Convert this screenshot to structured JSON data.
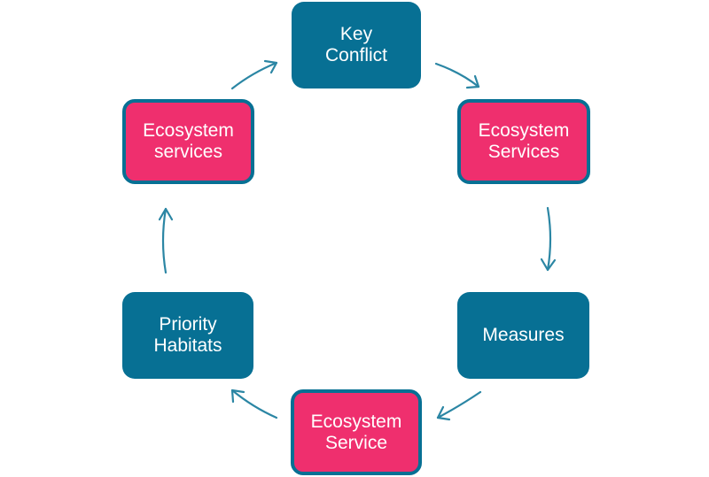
{
  "nodes": {
    "key_conflict": {
      "label": "Key\nConflict",
      "fill": "#077094"
    },
    "es_right": {
      "label": "Ecosystem\nServices",
      "fill": "#ef2f6e"
    },
    "measures": {
      "label": "Measures",
      "fill": "#077094"
    },
    "es_bottom": {
      "label": "Ecosystem\nService",
      "fill": "#ef2f6e"
    },
    "priority_habitats": {
      "label": "Priority\nHabitats",
      "fill": "#077094"
    },
    "es_left": {
      "label": "Ecosystem\nservices",
      "fill": "#ef2f6e"
    }
  },
  "colors": {
    "accent": "#077094",
    "highlight": "#ef2f6e",
    "arrow": "#2b86a4"
  }
}
